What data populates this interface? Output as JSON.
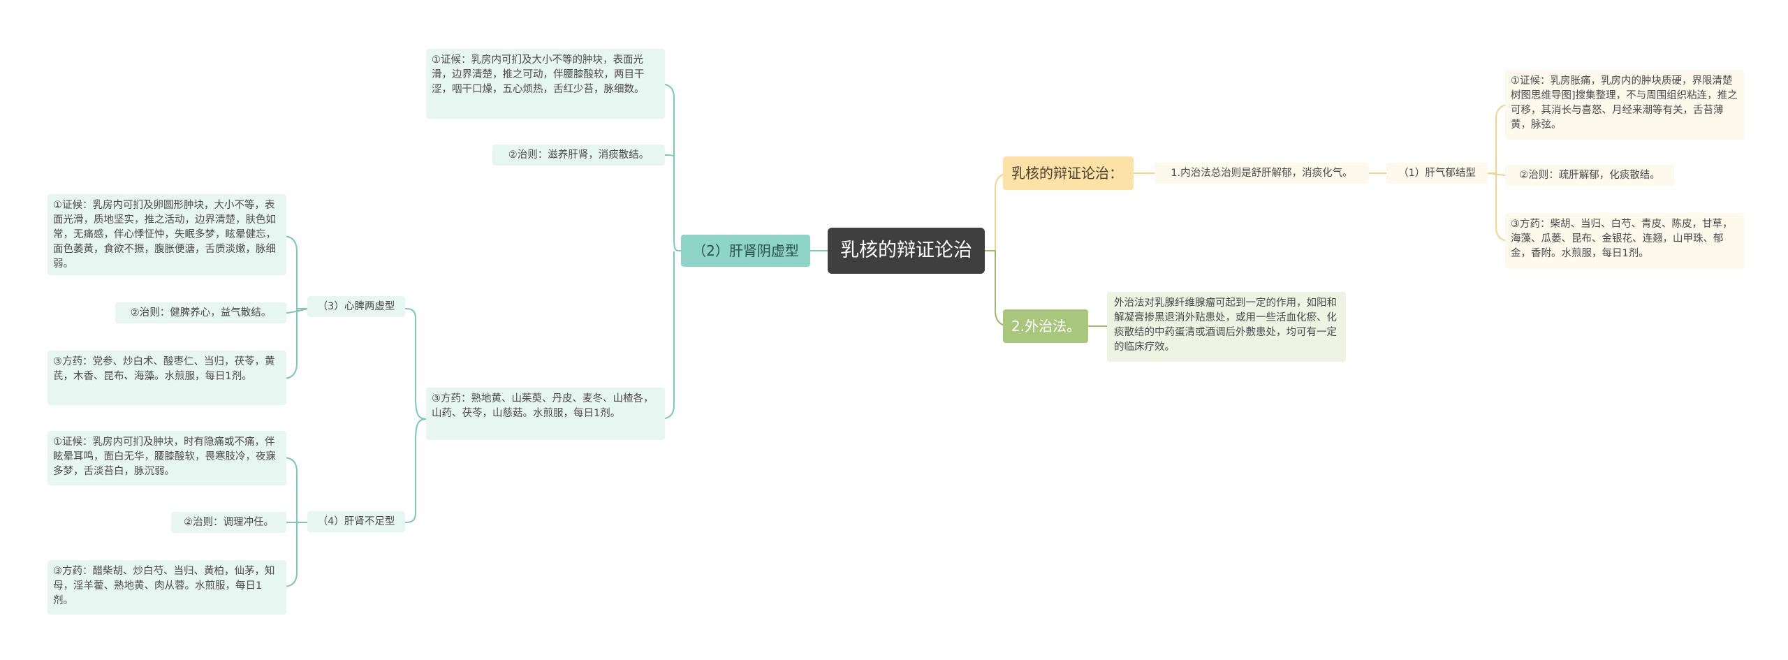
{
  "root": {
    "title": "乳核的辩证论治"
  },
  "left": {
    "branch": {
      "label": "（2）肝肾阴虚型"
    },
    "liver_kidney": {
      "symptom": "①证候：乳房内可扪及大小不等的肿块，表面光滑，边界清楚，推之可动，伴腰膝酸软，两目干涩，咽干口燥，五心烦热，舌红少苔，脉细数。",
      "principle": "②治则：滋养肝肾，消痰散结。",
      "formula": "③方药：熟地黄、山茱萸、丹皮、麦冬、山楂各，山药、茯苓，山慈菇。水煎服，每日1剂。"
    },
    "heart_spleen": {
      "label": "（3）心脾两虚型",
      "symptom": "①证候：乳房内可扪及卵圆形肿块，大小不等，表面光滑，质地坚实，推之活动，边界清楚，肤色如常，无痛感，伴心悸怔忡，失眠多梦，眩晕健忘，面色萎黄，食欲不振，腹胀便溏，舌质淡嫩，脉细弱。",
      "principle": "②治则：健脾养心，益气散结。",
      "formula": "③方药：党参、炒白术、酸枣仁、当归，茯苓，黄芪，木香、昆布、海藻。水煎服，每日1剂。"
    },
    "kidney_deficiency": {
      "label": "（4）肝肾不足型",
      "symptom": "①证候：乳房内可扪及肿块，时有隐痛或不痛，伴眩晕耳鸣，面白无华，腰膝酸软，畏寒肢冷，夜寐多梦，舌淡苔白，脉沉弱。",
      "principle": "②治则：调理冲任。",
      "formula": "③方药：醋柴胡、炒白芍、当归、黄柏，仙茅，知母，淫羊藿、熟地黄、肉从蓉。水煎服，每日1剂。"
    }
  },
  "right": {
    "internal": {
      "label": "乳核的辩证论治：",
      "principle_note": "1.内治法总治则是舒肝解郁，消痰化气。",
      "type_label": "（1）肝气郁结型",
      "symptom": "①证候：乳房胀痛，乳房内的肿块质硬，界限清楚树图思维导图]搜集整理，不与周围组织粘连，推之可移，其消长与喜怒、月经来潮等有关，舌苔薄黄，脉弦。",
      "principle": "②治则：疏肝解郁，化痰散结。",
      "formula": "③方药：柴胡、当归、白芍、青皮、陈皮，甘草，海藻、瓜蒌、昆布、金银花、连翘，山甲珠、郁金，香附。水煎服，每日1剂。"
    },
    "external": {
      "label": "2.外治法。",
      "text": "外治法对乳腺纤维腺瘤可起到一定的作用，如阳和解凝膏掺黑退消外贴患处，或用一些活血化瘀、化痰散结的中药蛋清或酒调后外敷患处，均可有一定的临床疗效。"
    }
  },
  "colors": {
    "root_bg": "#3f3f3f",
    "teal": "#8fd4c8",
    "teal_line": "#7cc8b6",
    "yellow": "#fde2a8",
    "yellow_line": "#f3d48a",
    "green": "#a9c77c",
    "green_line": "#9bbb6e"
  }
}
